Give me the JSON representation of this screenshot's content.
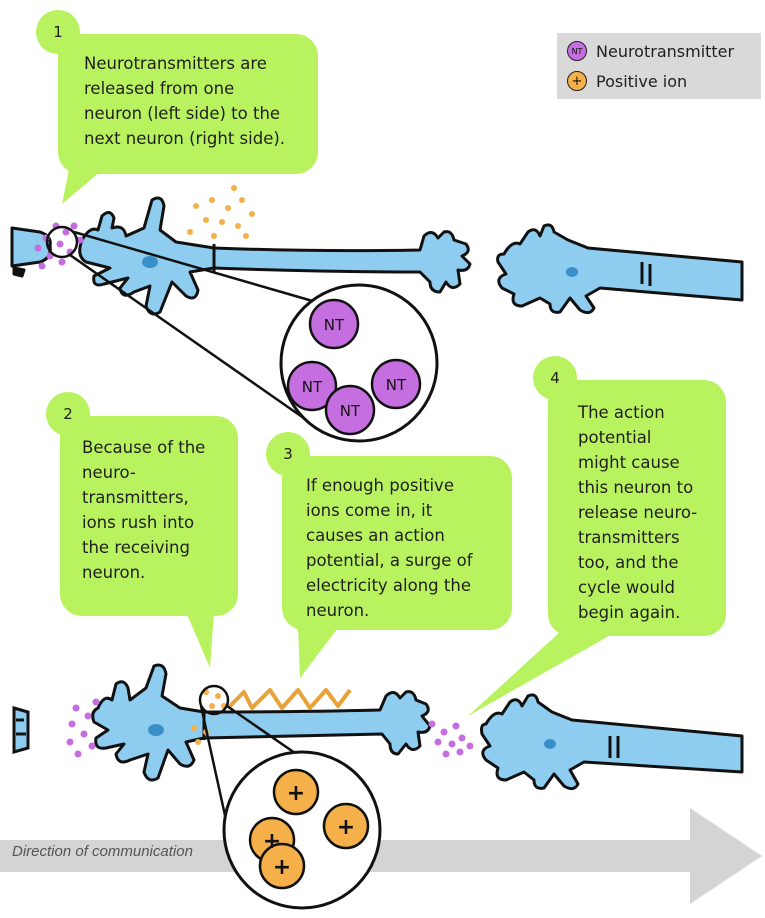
{
  "steps": [
    {
      "number": "1",
      "text": "Neurotransmitters are released from one neuron (left side) to the next neuron (right side)."
    },
    {
      "number": "2",
      "text": "Because of the neuro-transmitters, ions rush into the receiving neuron."
    },
    {
      "number": "3",
      "text": "If enough positive ions come in, it causes an action potential, a surge of electricity along the neuron."
    },
    {
      "number": "4",
      "text": "The action potential might cause this neuron to release neuro-transmitters too, and the cycle would begin again."
    }
  ],
  "step_lines": [
    [
      "Neurotransmitters are",
      "released from one",
      "neuron (left side) to the",
      "next neuron (right side)."
    ],
    [
      "Because of the",
      "neuro-",
      "transmitters,",
      "ions rush into",
      "the receiving",
      "neuron."
    ],
    [
      "If enough positive",
      "ions come in, it",
      "causes an action",
      "potential, a surge of",
      "electricity along the",
      "neuron."
    ],
    [
      "The action",
      "potential",
      "might cause",
      "this neuron to",
      "release neuro-",
      "transmitters",
      "too, and the",
      "cycle would",
      "begin again."
    ]
  ],
  "legend": {
    "neurotransmitter": {
      "symbol": "NT",
      "label": "Neurotransmitter",
      "color": "#c46ee0"
    },
    "positive_ion": {
      "symbol": "+",
      "label": "Positive ion",
      "color": "#f5b04a"
    }
  },
  "zoom_top": {
    "symbol": "NT",
    "count": 4
  },
  "zoom_bottom": {
    "symbol": "+",
    "count": 4
  },
  "direction_label": "Direction of communication",
  "colors": {
    "bubble": "#b8f25e",
    "neuron": "#8fcdf0",
    "legend_bg": "#d9d9d9",
    "arrow": "#d4d4d4",
    "spark": "#e8a23a"
  }
}
